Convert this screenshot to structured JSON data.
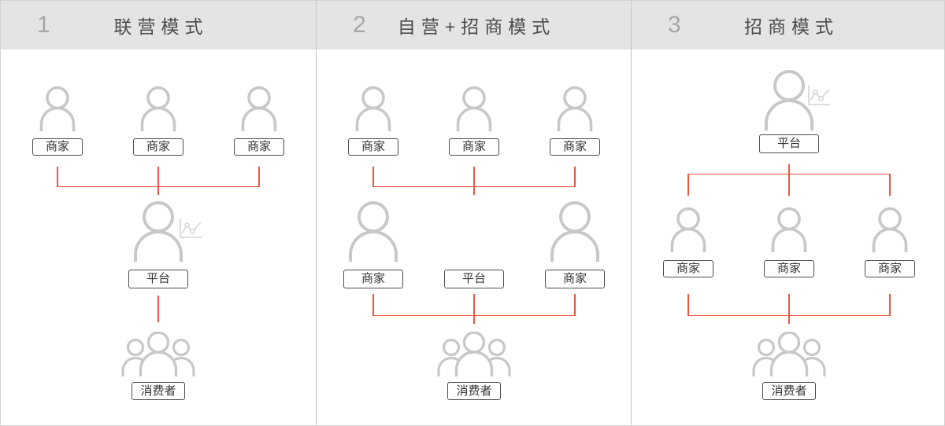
{
  "colors": {
    "accent": "#f0563f",
    "icon": "#c8c8c8",
    "chart_icon": "#d9d9d9",
    "header_bg": "#e4e4e4",
    "header_number": "#a6a6a6",
    "header_title": "#4c4c4c",
    "label_border": "#4d4d4d",
    "label_text": "#333333",
    "divider": "#c4c4c4"
  },
  "panels": [
    {
      "number": "1",
      "title": "联营模式",
      "merchants": [
        "商家",
        "商家",
        "商家"
      ],
      "platform": "平台",
      "consumer": "消费者"
    },
    {
      "number": "2",
      "title": "自营+招商模式",
      "merchants": [
        "商家",
        "商家",
        "商家"
      ],
      "middle_row": [
        "商家",
        "平台",
        "商家"
      ],
      "consumer": "消费者"
    },
    {
      "number": "3",
      "title": "招商模式",
      "platform": "平台",
      "merchants": [
        "商家",
        "商家",
        "商家"
      ],
      "consumer": "消费者"
    }
  ]
}
